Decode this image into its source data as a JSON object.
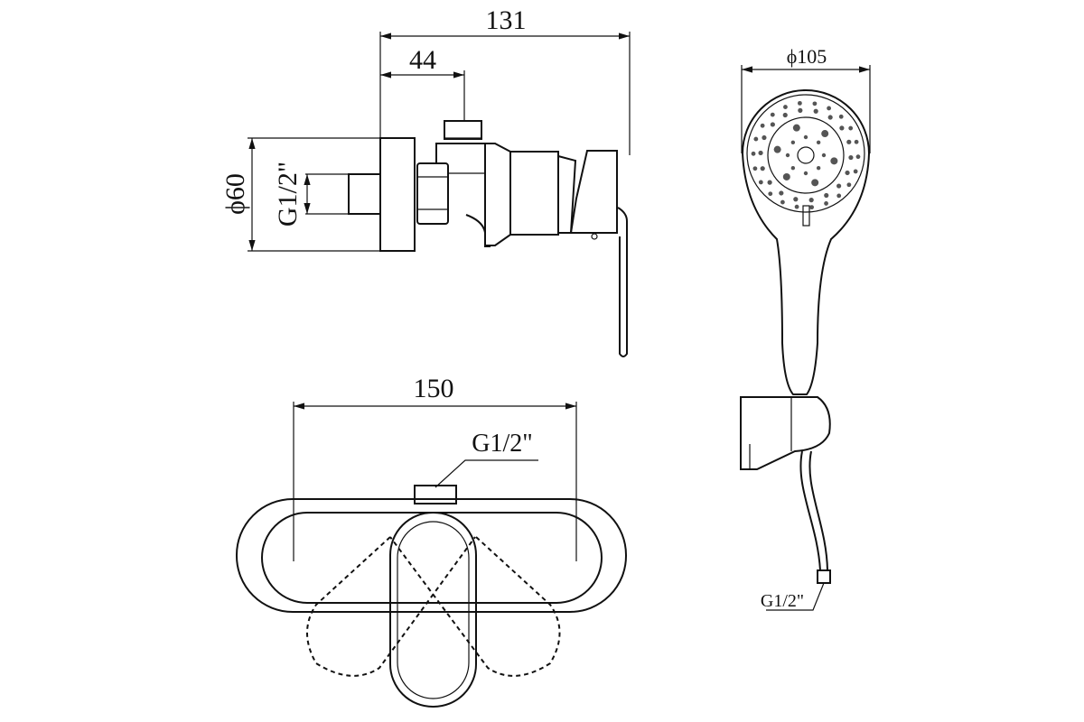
{
  "side_view": {
    "overall_depth": "131",
    "outlet_offset": "44",
    "plate_diameter": "ϕ60",
    "inlet_thread": "G1/2\""
  },
  "front_view": {
    "width": "150",
    "outlet_thread": "G1/2\""
  },
  "hand_shower": {
    "head_diameter": "ϕ105",
    "hose_thread": "G1/2\""
  },
  "colors": {
    "line": "#111111",
    "background": "#ffffff"
  }
}
